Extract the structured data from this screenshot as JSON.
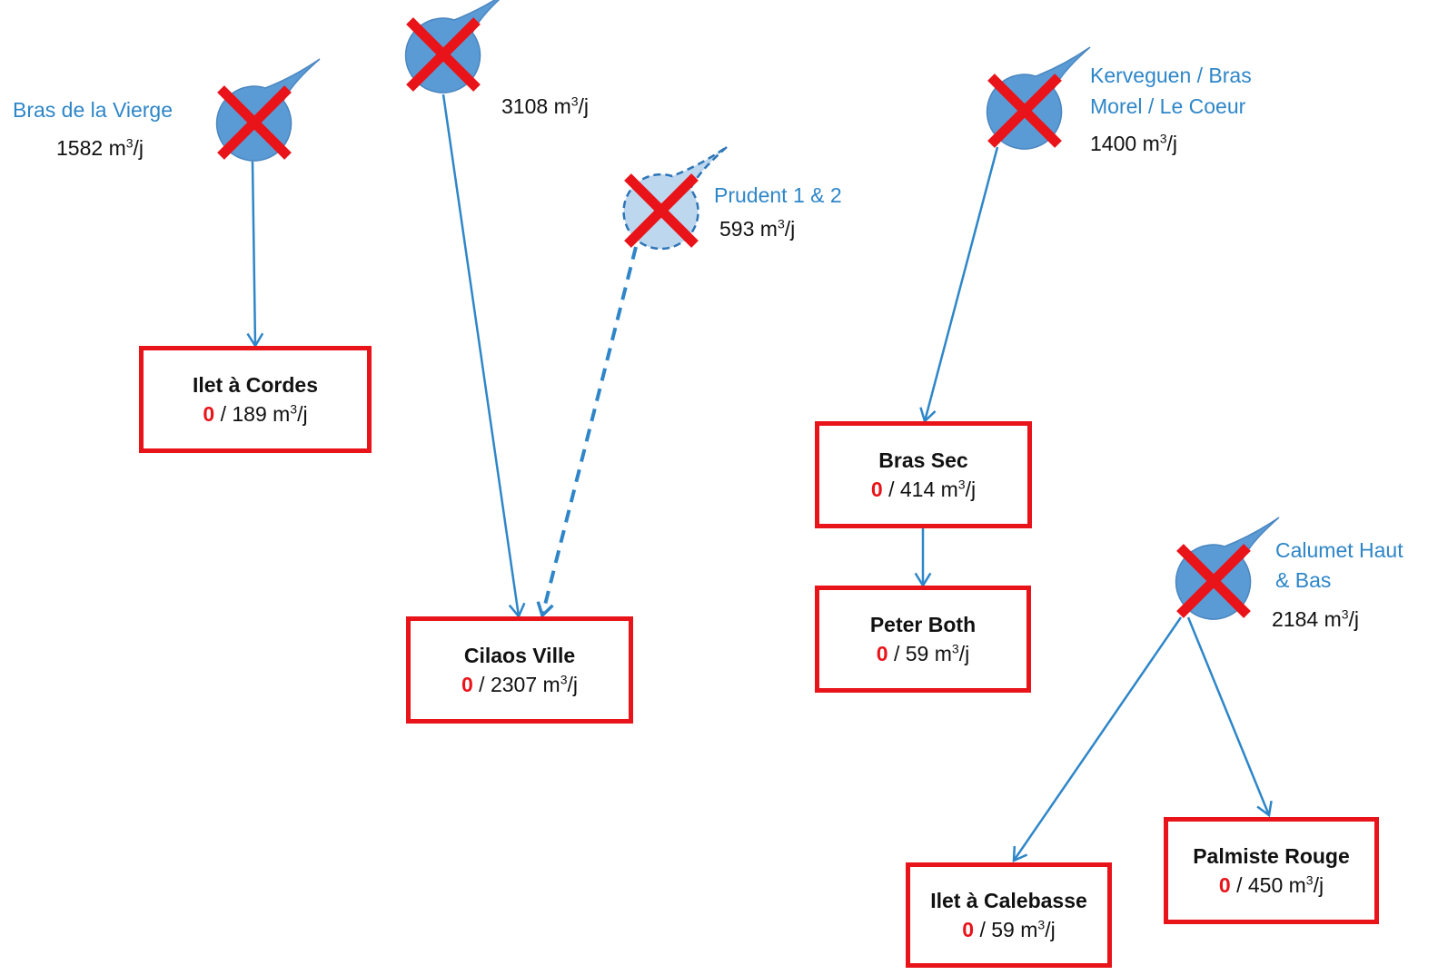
{
  "colors": {
    "accent_blue": "#2E86C8",
    "drop_fill": "#5B9BD5",
    "cross_red": "#E8141A",
    "box_border": "#E8141A"
  },
  "unit": {
    "base": "m",
    "exp": "3",
    "tail": "/j"
  },
  "sources": [
    {
      "id": "bras-de-la-vierge",
      "name_lines": [
        "Bras de la Vierge"
      ],
      "flow": "1582",
      "status": "cross-icon",
      "style": "solid"
    },
    {
      "id": "source-2",
      "name_lines": [],
      "flow": "3108",
      "status": "cross-icon",
      "style": "solid"
    },
    {
      "id": "prudent",
      "name_lines": [
        "Prudent 1 & 2"
      ],
      "flow": "593",
      "status": "cross-icon",
      "style": "dashed"
    },
    {
      "id": "kerveguen",
      "name_lines": [
        "Kerveguen / Bras",
        "Morel / Le Coeur"
      ],
      "flow": "1400",
      "status": "cross-icon",
      "style": "solid"
    },
    {
      "id": "calumet",
      "name_lines": [
        "Calumet Haut",
        "& Bas"
      ],
      "flow": "2184",
      "status": "cross-icon",
      "style": "solid"
    }
  ],
  "destinations": [
    {
      "id": "ilet-a-cordes",
      "name": "Ilet à Cordes",
      "available": "0",
      "demand": "189"
    },
    {
      "id": "cilaos-ville",
      "name": "Cilaos Ville",
      "available": "0",
      "demand": "2307"
    },
    {
      "id": "bras-sec",
      "name": "Bras Sec",
      "available": "0",
      "demand": "414"
    },
    {
      "id": "peter-both",
      "name": "Peter Both",
      "available": "0",
      "demand": "59"
    },
    {
      "id": "palmiste-rouge",
      "name": "Palmiste Rouge",
      "available": "0",
      "demand": "450"
    },
    {
      "id": "ilet-a-calebasse",
      "name": "Ilet à Calebasse",
      "available": "0",
      "demand": "59"
    }
  ],
  "links": [
    {
      "from": "bras-de-la-vierge",
      "to": "ilet-a-cordes",
      "style": "solid"
    },
    {
      "from": "source-2",
      "to": "cilaos-ville",
      "style": "solid"
    },
    {
      "from": "prudent",
      "to": "cilaos-ville",
      "style": "dashed"
    },
    {
      "from": "kerveguen",
      "to": "bras-sec",
      "style": "solid"
    },
    {
      "from": "bras-sec",
      "to": "peter-both",
      "style": "solid"
    },
    {
      "from": "calumet",
      "to": "ilet-a-calebasse",
      "style": "solid"
    },
    {
      "from": "calumet",
      "to": "palmiste-rouge",
      "style": "solid"
    }
  ]
}
